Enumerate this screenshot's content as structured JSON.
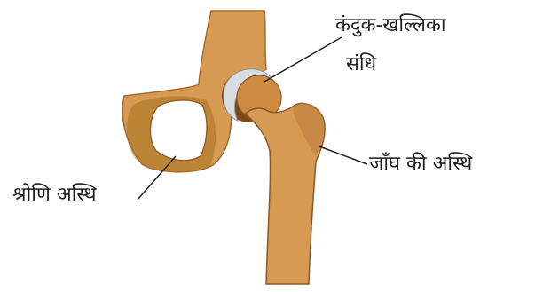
{
  "labels": {
    "ball_socket_joint_line1": "कंदुक-खल्लिका",
    "ball_socket_joint_line2": "संधि",
    "thigh_bone": "जाँघ की अस्थि",
    "pelvic_bone": "श्रोणि अस्थि"
  },
  "colors": {
    "bone": "#d79a52",
    "bone_dark": "#c07f3f",
    "bone_outline": "#8a5a2a",
    "femur_head": "#cf8a41",
    "cartilage": "#d9dde3",
    "socket_inner": "#7a4a12",
    "socket_rim": "#c99538",
    "pointer_line": "#222222"
  }
}
